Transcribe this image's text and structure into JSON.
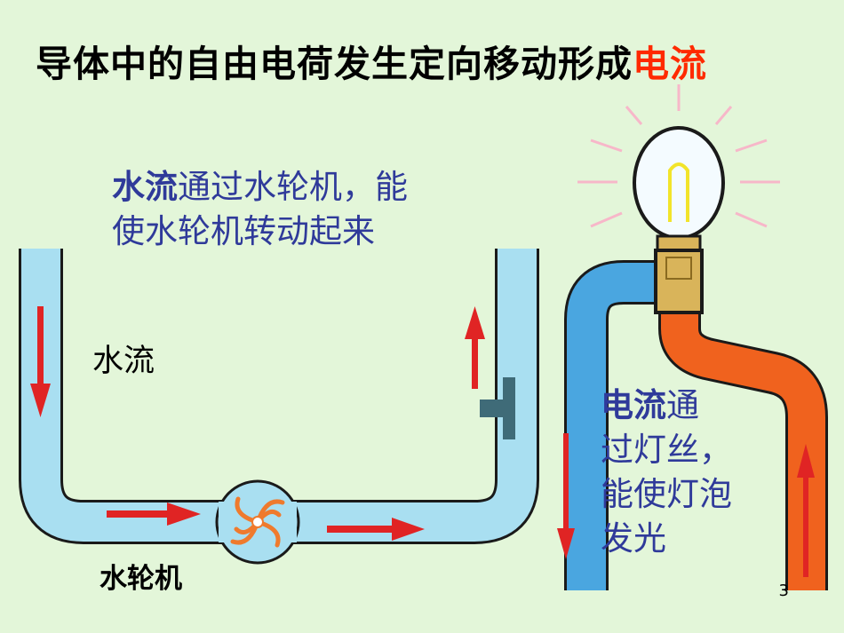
{
  "title": {
    "main": "导体中的自由电荷发生定向移动形成",
    "highlight": "电流"
  },
  "water_caption": {
    "strong": "水流",
    "rest_line1": "通过水轮机，能",
    "line2": "使水轮机转动起来"
  },
  "current_caption": {
    "strong": "电流",
    "rest_line1": "通",
    "line2": "过灯丝，",
    "line3": "能使灯泡",
    "line4": "发光"
  },
  "labels": {
    "water_flow": "水流",
    "turbine": "水轮机"
  },
  "page_number": "3",
  "colors": {
    "background": "#e3f6d9",
    "title_accent": "#ff2a00",
    "caption_text": "#2f3a9a",
    "water_pipe": "#a9dff1",
    "pipe_outline": "#1a1a1a",
    "arrow": "#e02424",
    "turbine_blade": "#ef7a2d",
    "wire_blue": "#4aa6e0",
    "wire_orange": "#f0621e",
    "lamp_base": "#d9b45a",
    "lamp_glow": "#f7b7c9",
    "filament": "#f2e42a"
  }
}
